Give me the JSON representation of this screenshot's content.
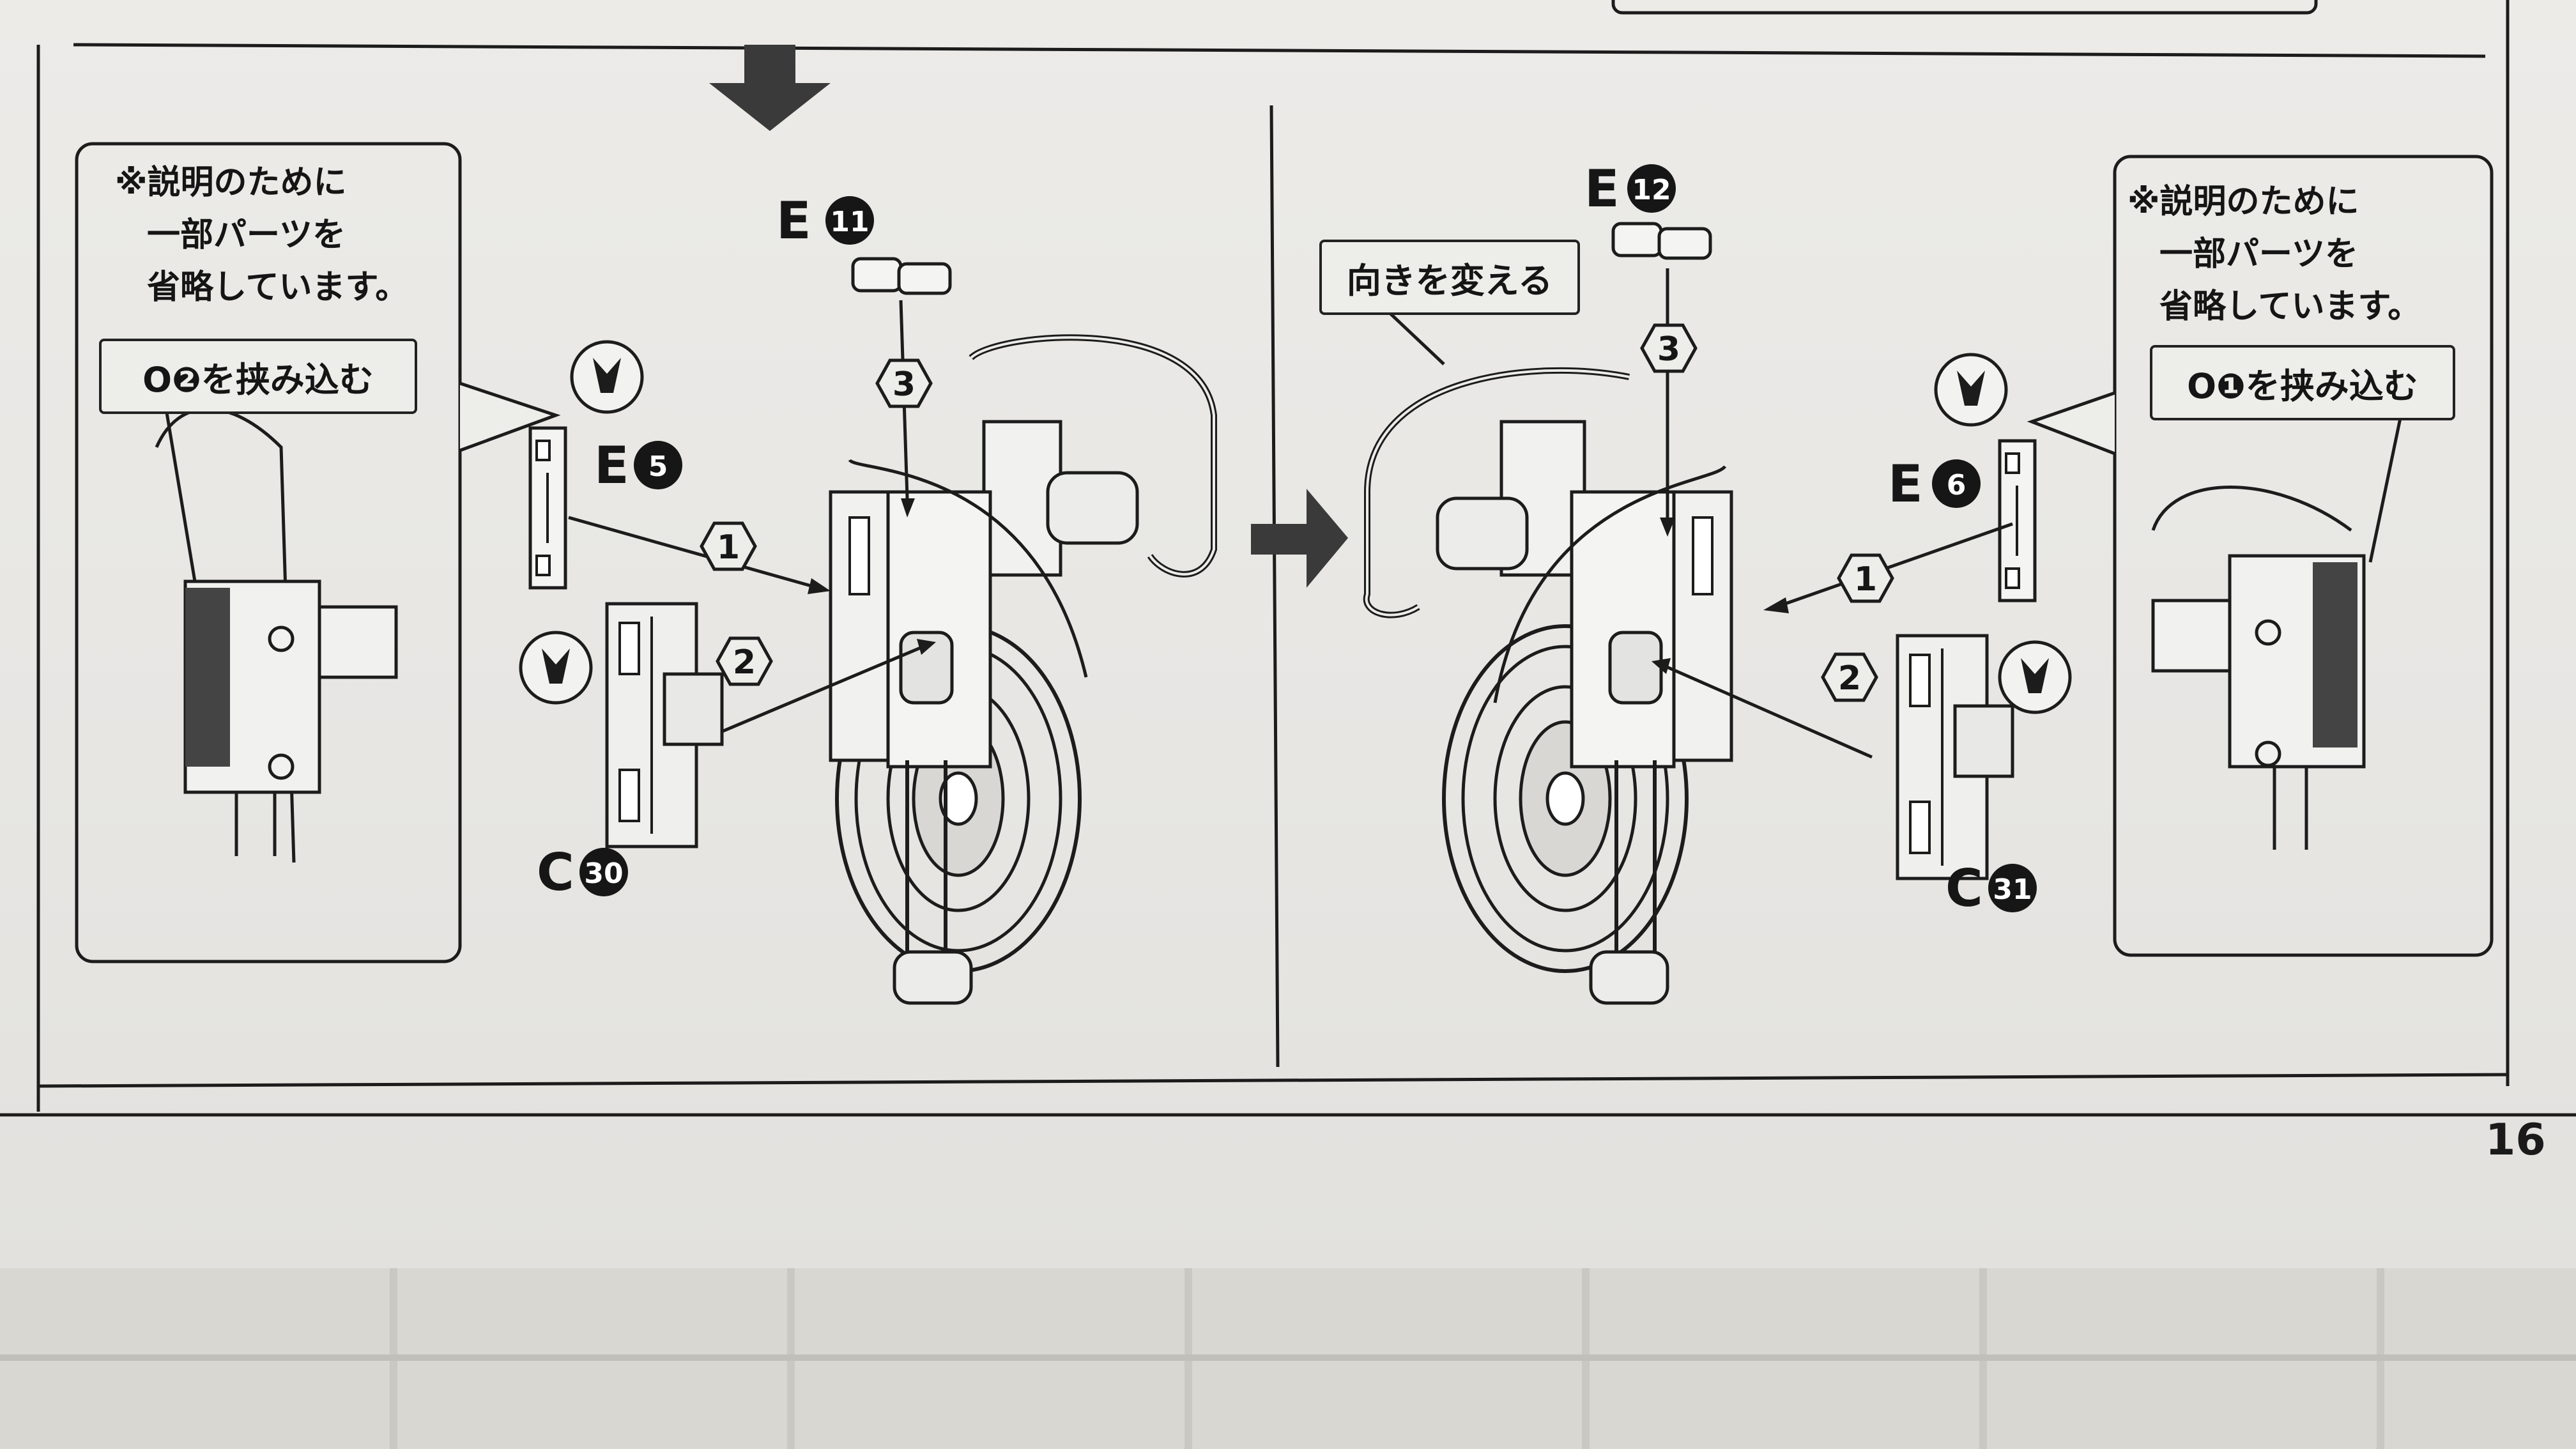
{
  "page_number": "16",
  "left_panel": {
    "note_lines": [
      "※説明のために",
      "一部パーツを",
      "省略しています。"
    ],
    "insert_label": "O❷を挟み込む",
    "parts": {
      "top": {
        "letter": "E",
        "num": "11"
      },
      "clip": {
        "letter": "E",
        "num": "5"
      },
      "caliper": {
        "letter": "C",
        "num": "30"
      }
    },
    "steps": [
      "1",
      "2",
      "3"
    ]
  },
  "right_panel": {
    "note_lines": [
      "※説明のために",
      "一部パーツを",
      "省略しています。"
    ],
    "insert_label": "O❶を挟み込む",
    "turn_label": "向きを変える",
    "parts": {
      "top": {
        "letter": "E",
        "num": "12"
      },
      "clip": {
        "letter": "E",
        "num": "6"
      },
      "caliper": {
        "letter": "C",
        "num": "31"
      }
    },
    "steps": [
      "1",
      "2",
      "3"
    ]
  }
}
